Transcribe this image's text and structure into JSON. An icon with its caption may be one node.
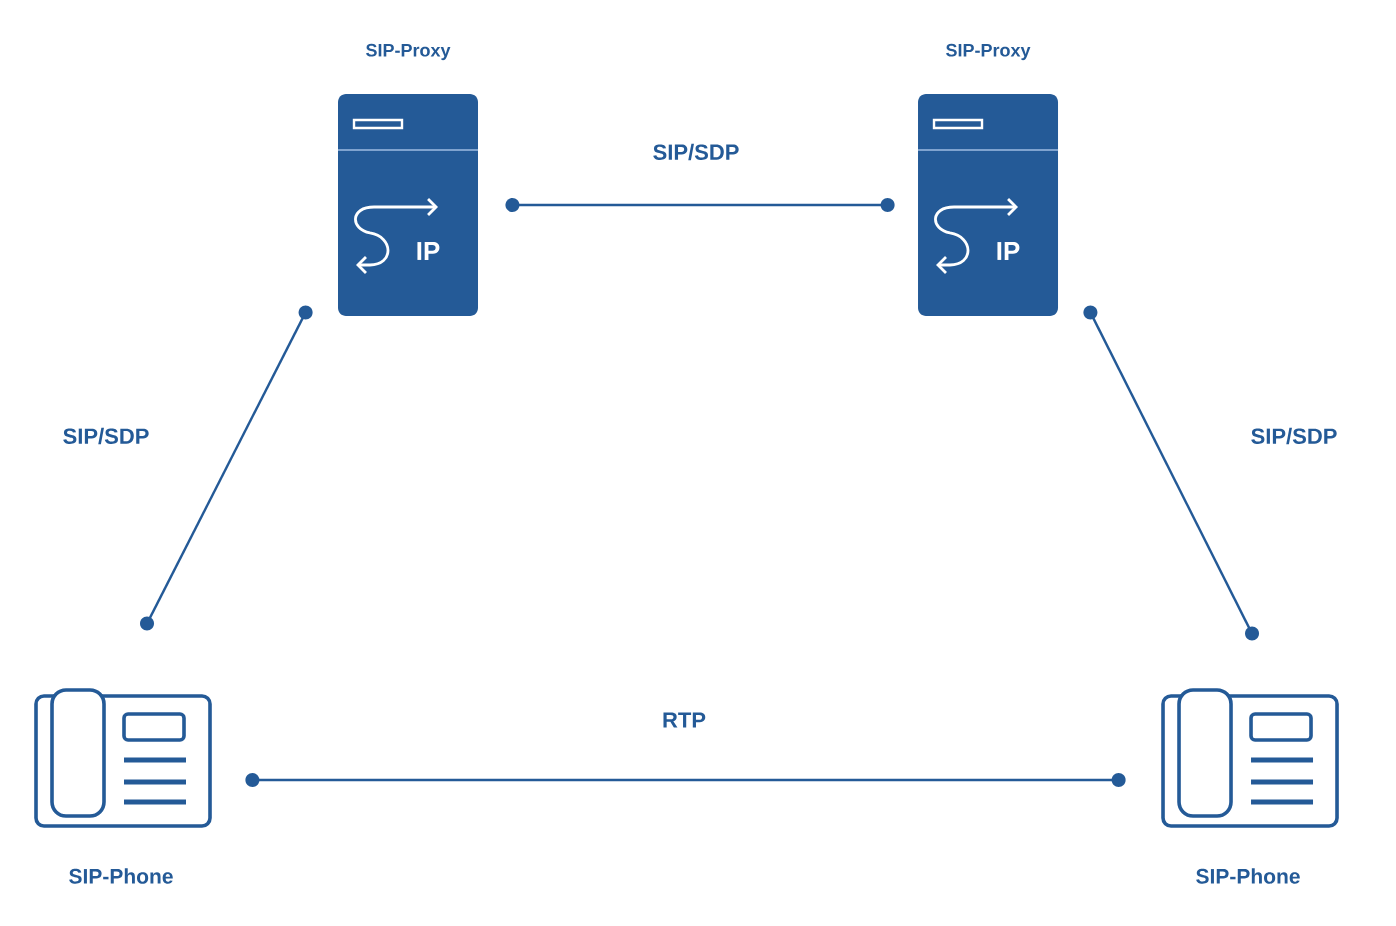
{
  "diagram": {
    "nodes": [
      {
        "text": [
          "SIP-Proxy",
          "IP"
        ]
      },
      {
        "text": [
          "SIP-Proxy",
          "IP"
        ]
      },
      {
        "text": [
          "SIP-Phone"
        ]
      },
      {
        "text": [
          "SIP-Phone"
        ]
      }
    ],
    "edges": [
      {
        "from": 0,
        "to": 1,
        "arrow": "other",
        "label": "SIP/SDP"
      },
      {
        "from": 2,
        "to": 0,
        "arrow": "other",
        "label": "SIP/SDP"
      },
      {
        "from": 1,
        "to": 3,
        "arrow": "other",
        "label": "SIP/SDP"
      },
      {
        "from": 2,
        "to": 3,
        "arrow": "other",
        "label": "RTP"
      }
    ]
  }
}
